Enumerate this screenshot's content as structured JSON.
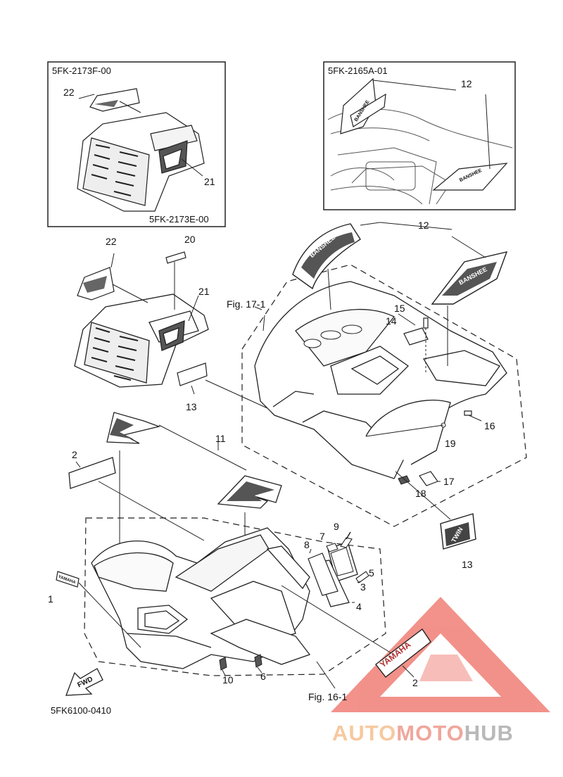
{
  "codes": {
    "box_left_top": "5FK-2173F-00",
    "box_left_bottom": "5FK-2173E-00",
    "box_right_top": "5FK-2165A-01",
    "footer": "5FK6100-0410"
  },
  "figure_refs": {
    "fig17": "Fig. 17-1",
    "fig16": "Fig. 16-1"
  },
  "callouts": {
    "c1": "1",
    "c2a": "2",
    "c2b": "2",
    "c3": "3",
    "c4": "4",
    "c5": "5",
    "c6": "6",
    "c7": "7",
    "c8": "8",
    "c9": "9",
    "c10": "10",
    "c11": "11",
    "c12a": "12",
    "c12b": "12",
    "c13a": "13",
    "c13b": "13",
    "c14": "14",
    "c15": "15",
    "c16": "16",
    "c17": "17",
    "c18": "18",
    "c19": "19",
    "c20": "20",
    "c21a": "21",
    "c21b": "21",
    "c22a": "22",
    "c22b": "22"
  },
  "decal_text": {
    "banshee_1": "BANSHEE",
    "banshee_2": "BANSHEE",
    "banshee_3": "BANSHEE",
    "banshee_4": "BANSHEE",
    "yamaha_small": "YAMAHA",
    "yamaha_large": "YAMAHA",
    "twin": "TWIN",
    "fwd": "FWD"
  },
  "watermark": {
    "part1": "AUTO",
    "part2": "MOTO",
    "part3": "HUB",
    "color_triangle": "#e8392a",
    "color_auto": "#f6c9a0",
    "color_moto": "#f0a79c",
    "color_hub": "#b9b9b9"
  }
}
